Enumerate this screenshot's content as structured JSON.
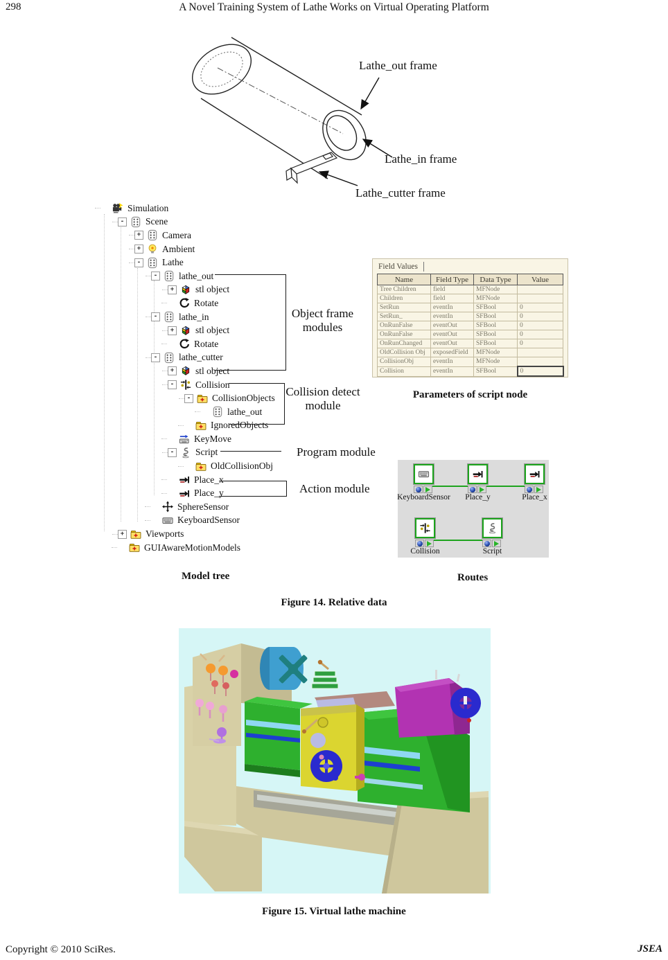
{
  "page": {
    "number": "298",
    "running_title": "A Novel Training System of Lathe Works on Virtual Operating Platform",
    "footer_left": "Copyright © 2010 SciRes.",
    "footer_right": "JSEA"
  },
  "figure14": {
    "caption": "Figure 14. Relative data",
    "cylinder_labels": {
      "out": "Lathe_out frame",
      "in": "Lathe_in frame",
      "cutter": "Lathe_cutter frame"
    },
    "module_labels": {
      "object_frame": "Object frame modules",
      "collision": "Collision detect module",
      "program": "Program module",
      "action": "Action module"
    },
    "model_tree": {
      "caption": "Model tree",
      "items": [
        {
          "label": "Simulation",
          "icon": "sim",
          "level": 0,
          "expander": ""
        },
        {
          "label": "Scene",
          "icon": "group",
          "level": 1,
          "expander": "-"
        },
        {
          "label": "Camera",
          "icon": "group",
          "level": 2,
          "expander": "+"
        },
        {
          "label": "Ambient",
          "icon": "bulb",
          "level": 2,
          "expander": "+"
        },
        {
          "label": "Lathe",
          "icon": "group",
          "level": 2,
          "expander": "-"
        },
        {
          "label": "lathe_out",
          "icon": "group",
          "level": 3,
          "expander": "-"
        },
        {
          "label": "stl object",
          "icon": "cube",
          "level": 4,
          "expander": "+"
        },
        {
          "label": "Rotate",
          "icon": "rotate",
          "level": 4,
          "expander": ""
        },
        {
          "label": "lathe_in",
          "icon": "group",
          "level": 3,
          "expander": "-"
        },
        {
          "label": "stl object",
          "icon": "cube",
          "level": 4,
          "expander": "+"
        },
        {
          "label": "Rotate",
          "icon": "rotate",
          "level": 4,
          "expander": ""
        },
        {
          "label": "lathe_cutter",
          "icon": "group",
          "level": 3,
          "expander": "-"
        },
        {
          "label": "stl object",
          "icon": "cube",
          "level": 4,
          "expander": "+"
        },
        {
          "label": "Collision",
          "icon": "collision",
          "level": 4,
          "expander": "-"
        },
        {
          "label": "CollisionObjects",
          "icon": "folder",
          "level": 5,
          "expander": "-"
        },
        {
          "label": "lathe_out",
          "icon": "group",
          "level": 6,
          "expander": ""
        },
        {
          "label": "IgnoredObjects",
          "icon": "folder",
          "level": 5,
          "expander": ""
        },
        {
          "label": "KeyMove",
          "icon": "keymove",
          "level": 4,
          "expander": ""
        },
        {
          "label": "Script",
          "icon": "script",
          "level": 4,
          "expander": "-"
        },
        {
          "label": "OldCollisionObj",
          "icon": "folder",
          "level": 5,
          "expander": ""
        },
        {
          "label": "Place_x",
          "icon": "place",
          "level": 4,
          "expander": ""
        },
        {
          "label": "Place_y",
          "icon": "place",
          "level": 4,
          "expander": ""
        },
        {
          "label": "SphereSensor",
          "icon": "sphere",
          "level": 3,
          "expander": ""
        },
        {
          "label": "KeyboardSensor",
          "icon": "keyboard",
          "level": 3,
          "expander": ""
        },
        {
          "label": "Viewports",
          "icon": "folder",
          "level": 1,
          "expander": "+"
        },
        {
          "label": "GUIAwareMotionModels",
          "icon": "folder",
          "level": 1,
          "expander": ""
        }
      ]
    },
    "field_panel": {
      "tab": "Field Values",
      "caption": "Parameters of script node",
      "columns": [
        "Name",
        "Field Type",
        "Data Type",
        "Value"
      ],
      "rows": [
        [
          "Tree Children",
          "field",
          "MFNode",
          ""
        ],
        [
          "Children",
          "field",
          "MFNode",
          ""
        ],
        [
          "SetRun",
          "eventIn",
          "SFBool",
          "0"
        ],
        [
          "SetRun_",
          "eventIn",
          "SFBool",
          "0"
        ],
        [
          "OnRunFalse",
          "eventOut",
          "SFBool",
          "0"
        ],
        [
          "OnRunFalse",
          "eventOut",
          "SFBool",
          "0"
        ],
        [
          "OnRunChanged",
          "eventOut",
          "SFBool",
          "0"
        ],
        [
          "OldCollision Obj",
          "exposedField",
          "MFNode",
          ""
        ],
        [
          "CollisionObj",
          "eventIn",
          "MFNode",
          ""
        ],
        [
          "Collision",
          "eventIn",
          "SFBool",
          "0"
        ]
      ],
      "selected": {
        "row": 9,
        "col": 3
      }
    },
    "routes": {
      "caption": "Routes",
      "nodes": [
        {
          "label": "KeyboardSensor",
          "icon": "keyboard"
        },
        {
          "label": "Place_y",
          "icon": "place"
        },
        {
          "label": "Place_x",
          "icon": "place"
        },
        {
          "label": "Collision",
          "icon": "collision"
        },
        {
          "label": "Script",
          "icon": "script"
        }
      ]
    }
  },
  "figure15": {
    "caption": "Figure 15. Virtual lathe machine"
  },
  "colors": {
    "node_border_green": "#1ca41c",
    "route_line_green": "#1ea41e",
    "routes_bg": "#dcdcdc",
    "field_panel_bg": "#f9f5e5",
    "figure15_bg": "#d6f6f6"
  }
}
